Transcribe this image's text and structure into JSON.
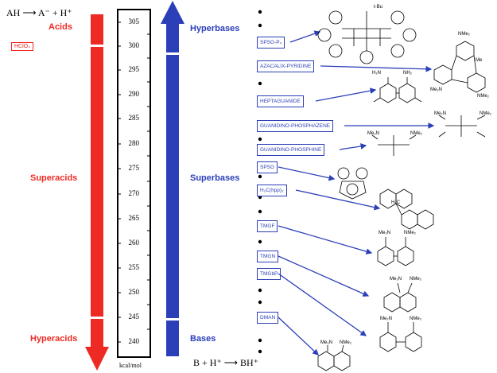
{
  "equations": {
    "acid": "AH ⟶ A⁻ + H⁺",
    "base": "B + H⁺ ⟶ BH⁺"
  },
  "acid_labels": {
    "acids": "Acids",
    "superacids": "Superacids",
    "hyperacids": "Hyperacids",
    "hclo4": "HClO₄"
  },
  "base_labels": {
    "hyperbases": "Hyperbases",
    "superbases": "Superbases",
    "bases": "Bases"
  },
  "scale": {
    "unit": "kcal/mol",
    "ticks": [
      "305",
      "300",
      "295",
      "290",
      "285",
      "280",
      "275",
      "270",
      "265",
      "260",
      "255",
      "250",
      "245",
      "240"
    ]
  },
  "compounds": [
    "SPSG-P₄",
    "AZACALIX-PYRIDINE",
    "HEPTAGUANIDE",
    "GUANIDINO-PHOSPHAZENE",
    "GUANIDINO-PHOSPHINE",
    "SPSG",
    "H₂C(hpp)₂",
    "TMGF",
    "TMGN",
    "TMGbP",
    "DMAN"
  ],
  "structure_text": {
    "tbu": "t-Bu",
    "nme2": "NMe₂",
    "me2n": "Me₂N",
    "me": "Me",
    "nh2": "NH₂",
    "h2n": "H₂N",
    "h2c": "H₂C"
  },
  "colors": {
    "acid_red": "#ee2a24",
    "base_blue": "#2b3fb8"
  }
}
